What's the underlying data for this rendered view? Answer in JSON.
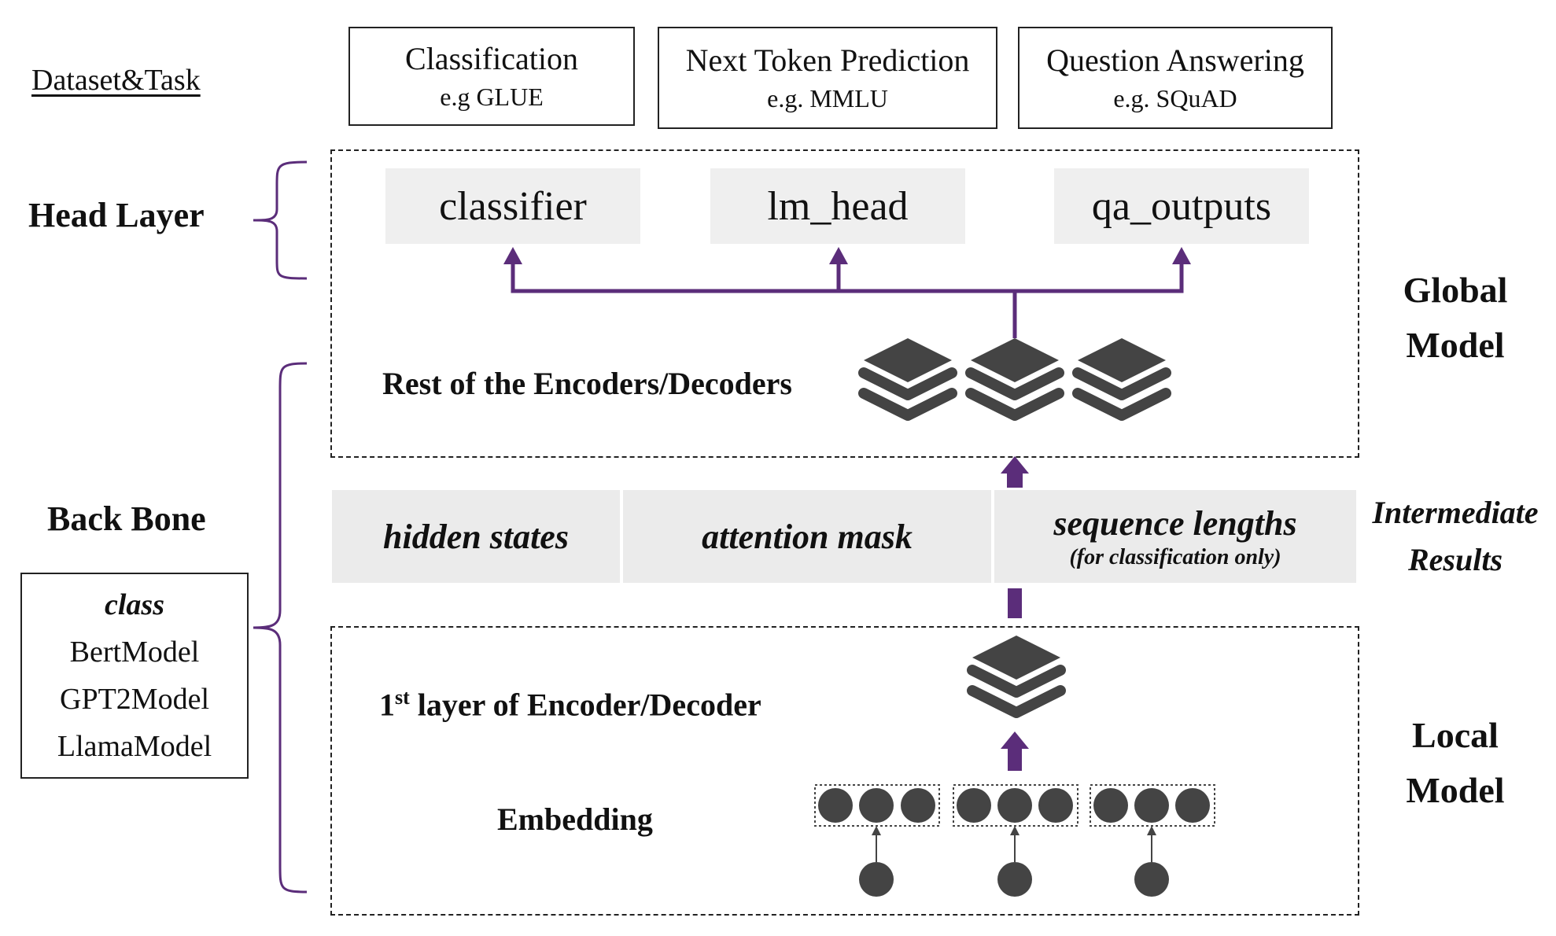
{
  "dataset_label": "Dataset&Task",
  "tasks": [
    {
      "title": "Classification",
      "example": "e.g GLUE"
    },
    {
      "title": "Next Token Prediction",
      "example": "e.g. MMLU"
    },
    {
      "title": "Question Answering",
      "example": "e.g. SQuAD"
    }
  ],
  "labels": {
    "head_layer": "Head Layer",
    "back_bone": "Back Bone",
    "global_model_line1": "Global",
    "global_model_line2": "Model",
    "intermediate_line1": "Intermediate",
    "intermediate_line2": "Results",
    "local_model_line1": "Local",
    "local_model_line2": "Model"
  },
  "heads": [
    "classifier",
    "lm_head",
    "qa_outputs"
  ],
  "global_region": {
    "rest_label": "Rest of the Encoders/Decoders"
  },
  "intermediate_results": [
    {
      "main": "hidden states",
      "sub": ""
    },
    {
      "main": "attention mask",
      "sub": ""
    },
    {
      "main": "sequence lengths",
      "sub": "(for classification only)"
    }
  ],
  "local_region": {
    "first_layer_prefix": "1",
    "first_layer_sup": "st",
    "first_layer_suffix": " layer of Encoder/Decoder",
    "embedding_label": "Embedding"
  },
  "class_box": {
    "title": "class",
    "items": [
      "BertModel",
      "GPT2Model",
      "LlamaModel"
    ]
  },
  "colors": {
    "accent_purple": "#5b2d7a",
    "icon_dark": "#444444",
    "cell_gray": "#ebebeb"
  },
  "icons": [
    "layer-stack-icon",
    "embedding-node-icon"
  ]
}
